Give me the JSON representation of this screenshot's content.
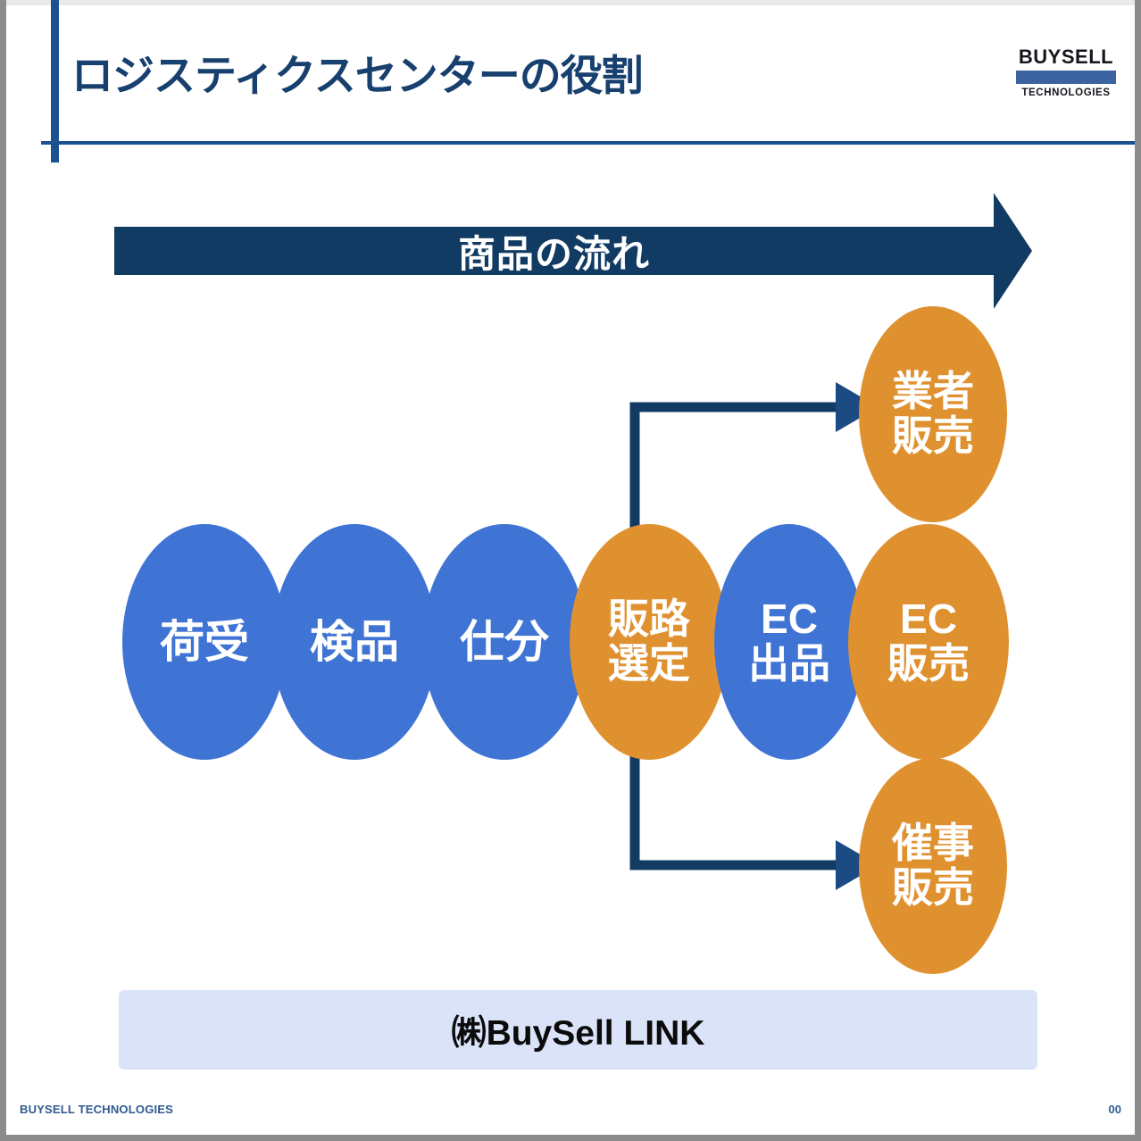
{
  "slide": {
    "title": "ロジスティクスセンターの役割",
    "accent_navy": "#17406e",
    "accent_blue": "#1a5290",
    "node_blue": "#3f73d4",
    "node_orange": "#e0912f",
    "band_blue": "#dae3f7"
  },
  "logo": {
    "word": "BUYSELL",
    "sub": "TECHNOLOGIES"
  },
  "banner": {
    "label": "商品の流れ",
    "color": "#123b63"
  },
  "nodes": [
    {
      "id": "receive",
      "label": "荷受",
      "color": "blue",
      "name": "node-receive"
    },
    {
      "id": "inspect",
      "label": "検品",
      "color": "blue",
      "name": "node-inspect"
    },
    {
      "id": "sort",
      "label": "仕分",
      "color": "blue",
      "name": "node-sort"
    },
    {
      "id": "channel",
      "label": "販路\n選定",
      "color": "orange",
      "name": "node-channel"
    },
    {
      "id": "eclist",
      "label": "EC\n出品",
      "color": "blue",
      "name": "node-ec-listing"
    },
    {
      "id": "ecsell",
      "label": "EC\n販売",
      "color": "orange",
      "name": "node-ec-sales"
    },
    {
      "id": "dealer",
      "label": "業者\n販売",
      "color": "orange",
      "name": "node-dealer-sales"
    },
    {
      "id": "event",
      "label": "催事\n販売",
      "color": "orange",
      "name": "node-event-sales"
    }
  ],
  "node_labels": {
    "receive": "荷受",
    "inspect": "検品",
    "sort": "仕分",
    "channel_line1": "販路",
    "channel_line2": "選定",
    "eclist_line1": "EC",
    "eclist_line2": "出品",
    "ecsell_line1": "EC",
    "ecsell_line2": "販売",
    "dealer_line1": "業者",
    "dealer_line2": "販売",
    "event_line1": "催事",
    "event_line2": "販売"
  },
  "company_band": {
    "label": "㈱BuySell LINK"
  },
  "footer": {
    "brand": "BUYSELL TECHNOLOGIES",
    "page": "00"
  }
}
